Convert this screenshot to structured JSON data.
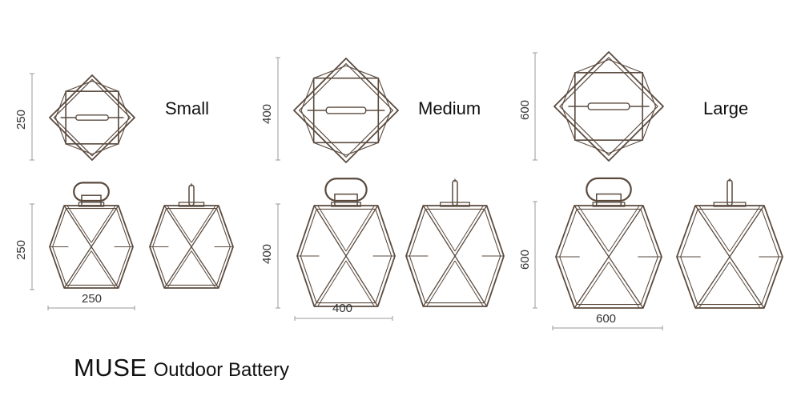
{
  "product": {
    "brand": "MUSE",
    "subtitle": "Outdoor Battery"
  },
  "palette": {
    "frame": "#5a4a3e",
    "dimension_line": "#9a9a9a",
    "text": "#111111"
  },
  "variants": [
    {
      "key": "small",
      "name": "Small",
      "top_height": "250",
      "front_height": "250",
      "width": "250"
    },
    {
      "key": "medium",
      "name": "Medium",
      "top_height": "400",
      "front_height": "400",
      "width": "400"
    },
    {
      "key": "large",
      "name": "Large",
      "top_height": "600",
      "front_height": "600",
      "width": "600"
    }
  ]
}
